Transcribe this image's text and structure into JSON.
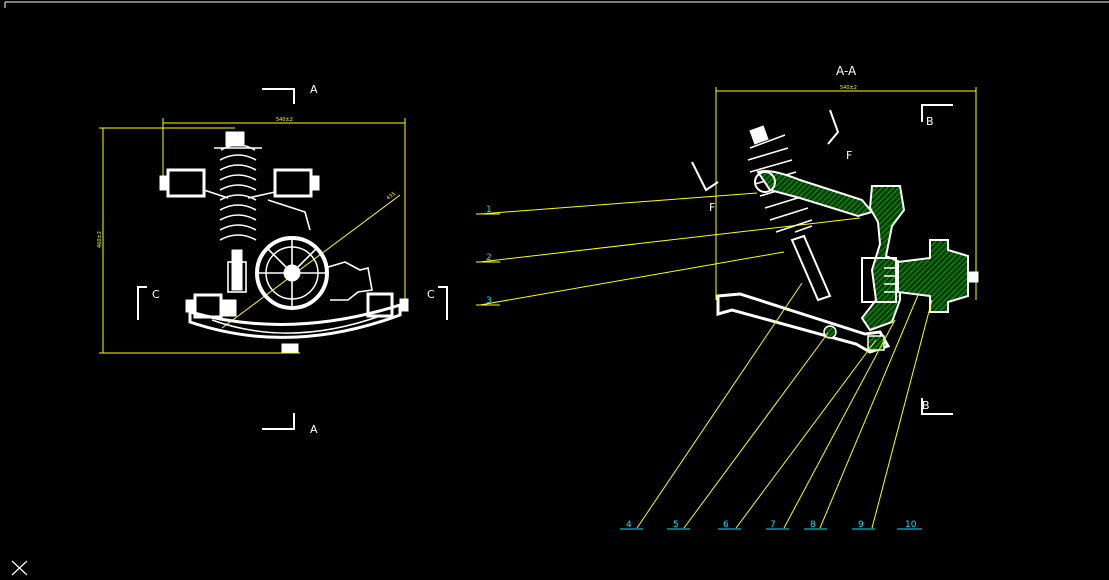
{
  "drawing": {
    "background": "#000000",
    "colors": {
      "geometry": "#ffffff",
      "dimensions": "#ffff00",
      "callouts": "#00e5ff",
      "hatch": "#00c000"
    },
    "left_view": {
      "dim_width": "540±2",
      "dim_height": "460±2",
      "dim_diagonal": "435",
      "section_A_top": "A",
      "section_A_bottom": "A",
      "section_C_left": "C",
      "section_C_right": "C"
    },
    "right_view": {
      "title": "A-A",
      "dim_width": "540±2",
      "section_B_top": "B",
      "section_B_bottom": "B",
      "view_F_top": "F",
      "view_F_left": "F"
    },
    "callouts_left": [
      "1",
      "2",
      "3"
    ],
    "callouts_bottom": [
      "4",
      "5",
      "6",
      "7",
      "8",
      "9",
      "10"
    ],
    "ucs_icon": "ucs-cross-icon"
  }
}
